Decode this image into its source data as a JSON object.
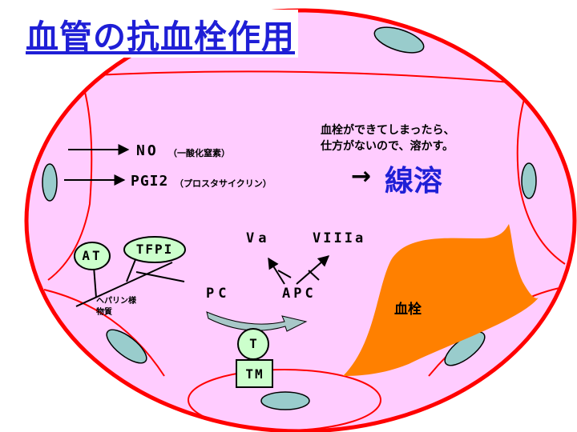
{
  "title": "血管の抗血栓作用",
  "no_label": "NO",
  "no_note": "（一酸化窒素）",
  "pgi_label": "PGI2",
  "pgi_note": "（プロスタサイクリン）",
  "fibrinolysis_line1": "血栓ができてしまったら、",
  "fibrinolysis_line2": "仕方がないので、溶かす。",
  "fibrinolysis_arrow": "→",
  "fibrinolysis_word": "線溶",
  "at_label": "AT",
  "tfpi_label": "TFPI",
  "heparin_line1": "ヘパリン様",
  "heparin_line2": "物質",
  "va_label": "Va",
  "viiia_label": "VIIIa",
  "pc_label": "PC",
  "apc_label": "APC",
  "t_label": "T",
  "tm_label": "TM",
  "thrombus_label": "血栓",
  "colors": {
    "cell_fill": "#ffccff",
    "wall_red": "#ff0000",
    "title_blue": "#1f1fd6",
    "thrombus_orange": "#ff8000",
    "nucleus_fill": "#99cccc",
    "tm_fill": "#ccffcc",
    "reaction_arrow": "#a8c8c8"
  }
}
